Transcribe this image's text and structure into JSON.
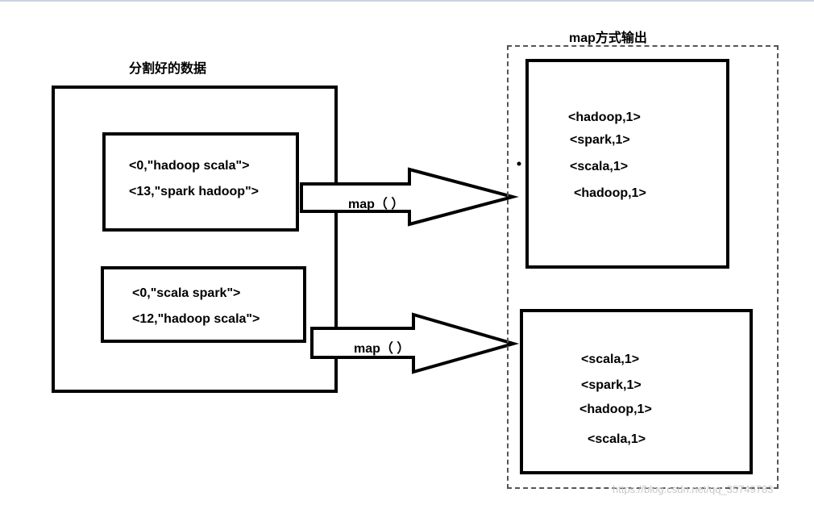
{
  "left": {
    "title": "分割好的数据",
    "block1": {
      "line1": "<0,\"hadoop scala\">",
      "line2": "<13,\"spark hadoop\">"
    },
    "block2": {
      "line1": "<0,\"scala spark\">",
      "line2": "<12,\"hadoop scala\">"
    }
  },
  "arrows": {
    "top_label": "map（ ）",
    "bottom_label": "map（ ）"
  },
  "right": {
    "title": "map方式输出",
    "block1": [
      "<hadoop,1>",
      "<spark,1>",
      "<scala,1>",
      "<hadoop,1>"
    ],
    "block2": [
      "<scala,1>",
      "<spark,1>",
      "<hadoop,1>",
      "<scala,1>"
    ]
  },
  "watermark": "https://blog.csdn.net/qq_35749783"
}
